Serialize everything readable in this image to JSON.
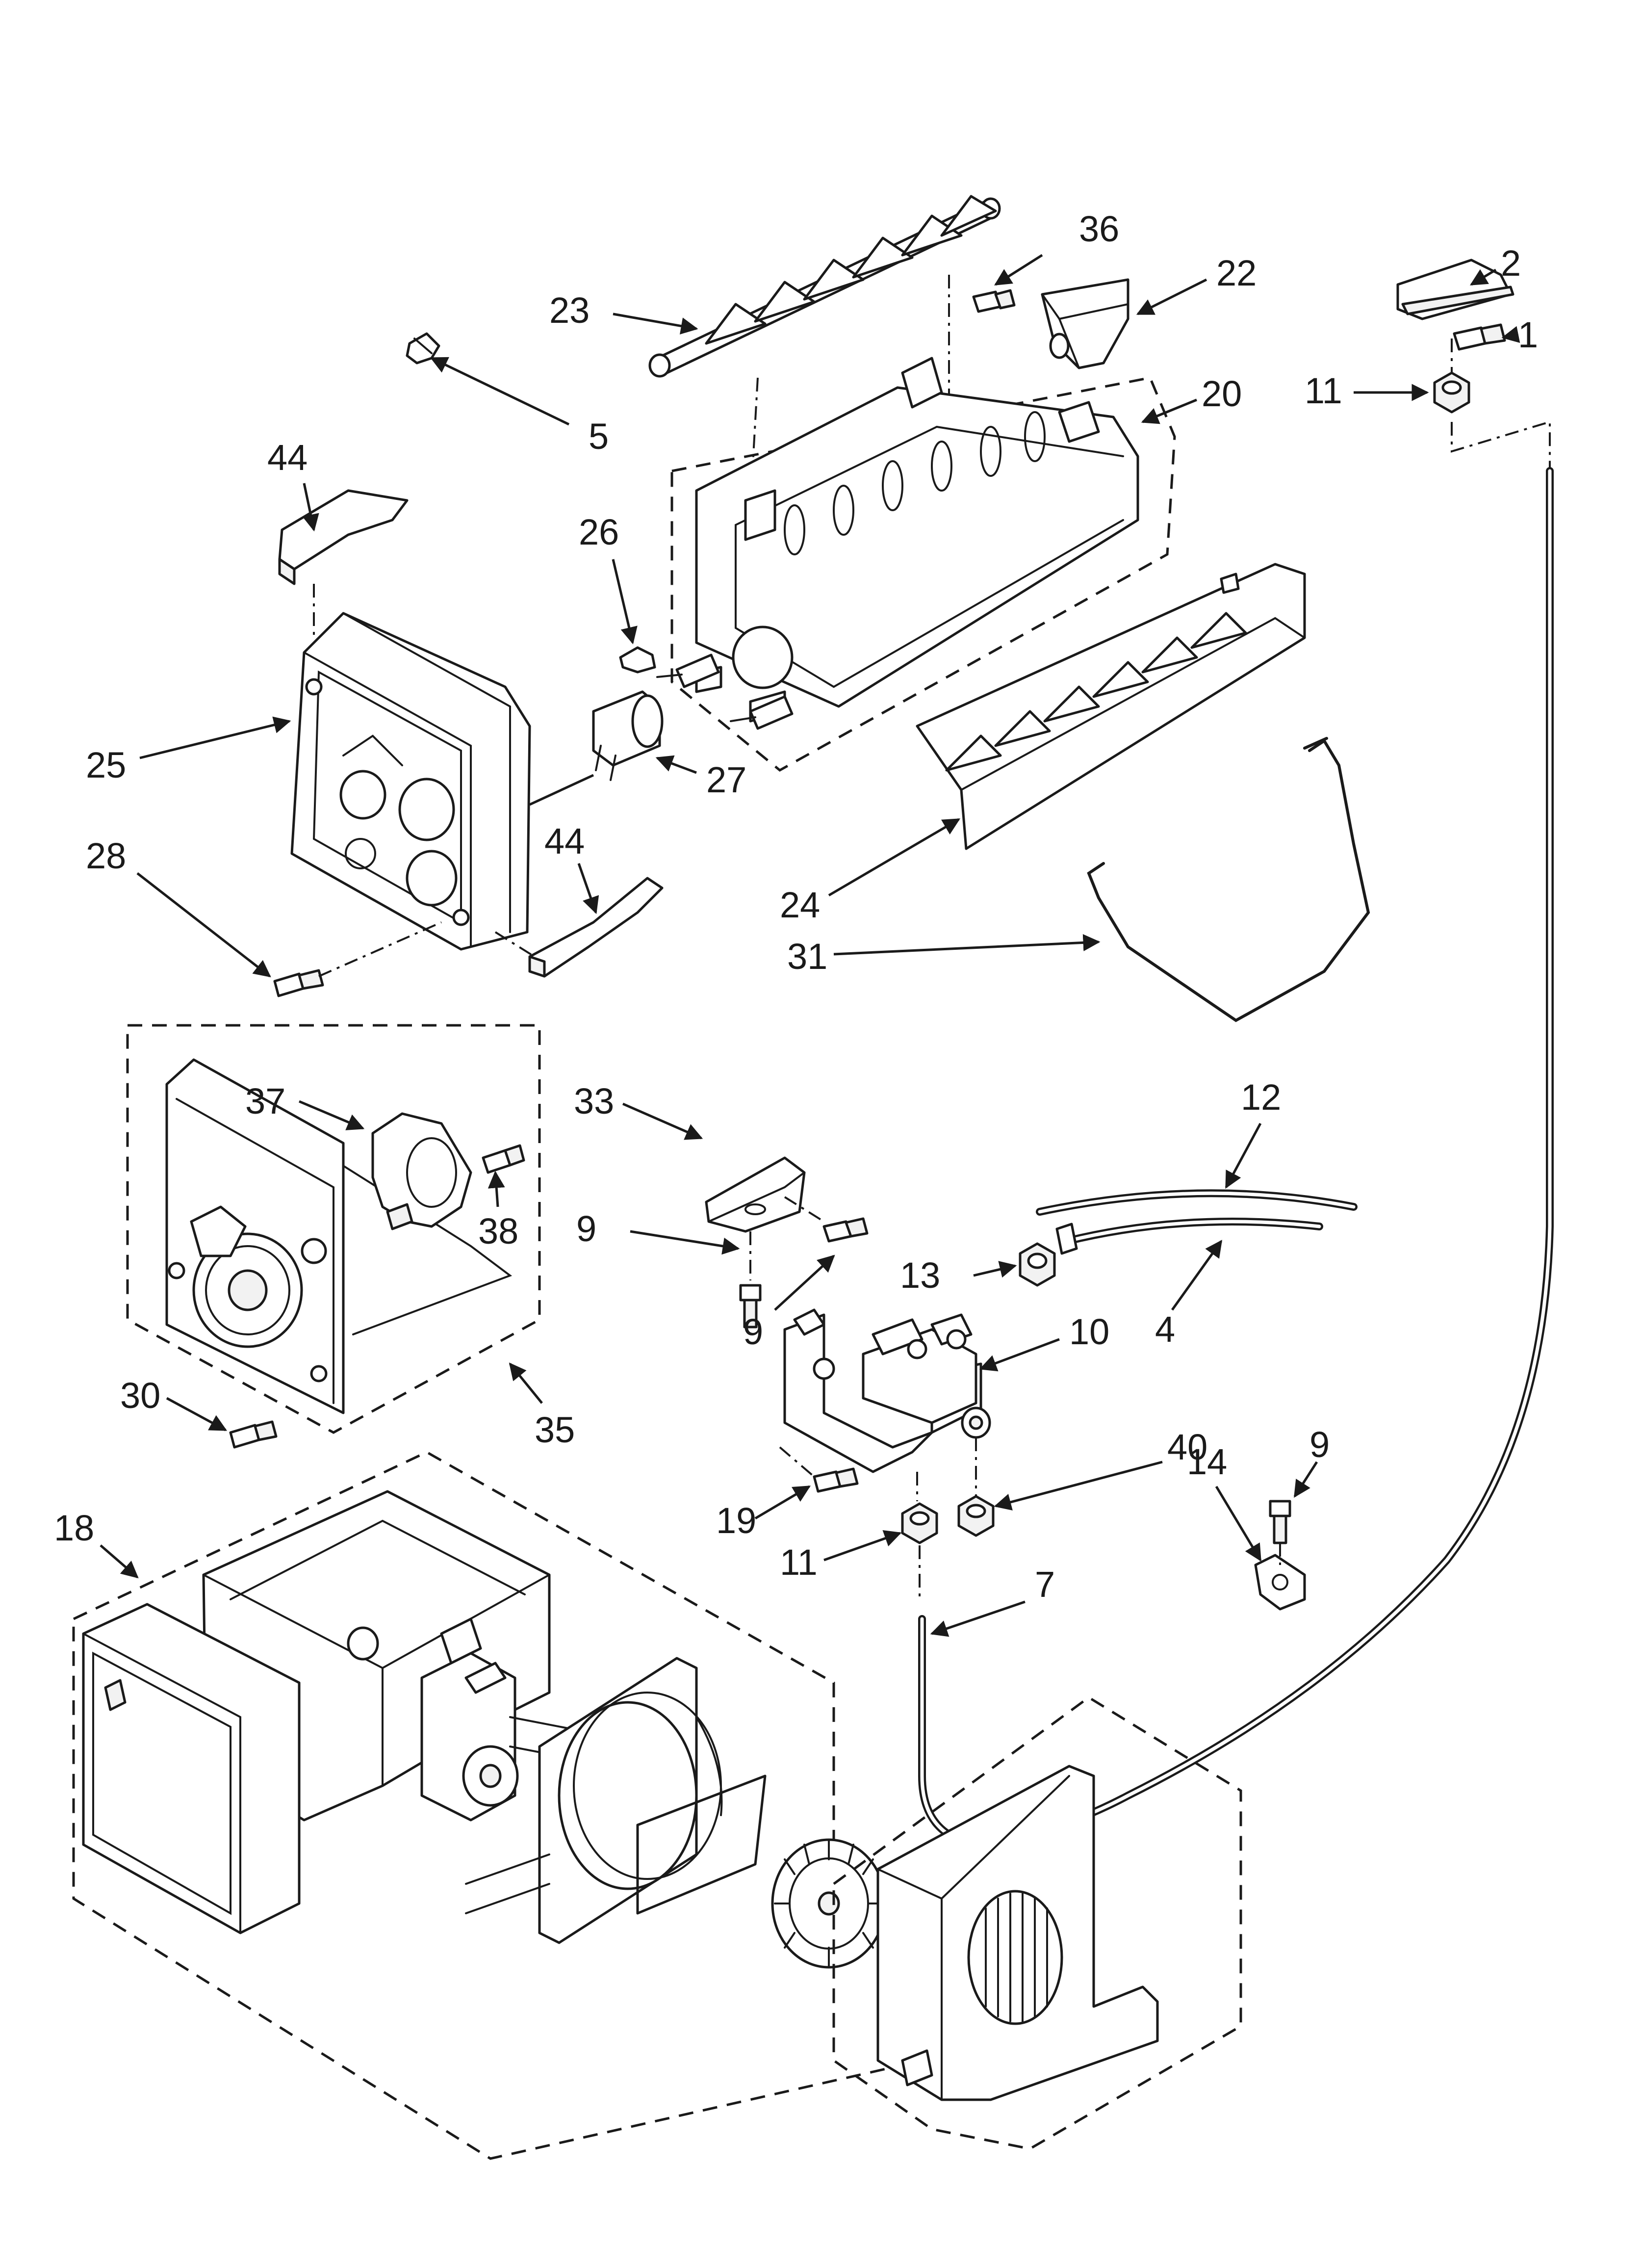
{
  "callouts": [
    {
      "id": "36",
      "text": "36"
    },
    {
      "id": "22",
      "text": "22"
    },
    {
      "id": "23",
      "text": "23"
    },
    {
      "id": "2",
      "text": "2"
    },
    {
      "id": "1",
      "text": "1"
    },
    {
      "id": "11a",
      "text": "11"
    },
    {
      "id": "5",
      "text": "5"
    },
    {
      "id": "20",
      "text": "20"
    },
    {
      "id": "44a",
      "text": "44"
    },
    {
      "id": "26",
      "text": "26"
    },
    {
      "id": "25",
      "text": "25"
    },
    {
      "id": "27",
      "text": "27"
    },
    {
      "id": "28",
      "text": "28"
    },
    {
      "id": "44b",
      "text": "44"
    },
    {
      "id": "24",
      "text": "24"
    },
    {
      "id": "31",
      "text": "31"
    },
    {
      "id": "37",
      "text": "37"
    },
    {
      "id": "33",
      "text": "33"
    },
    {
      "id": "12",
      "text": "12"
    },
    {
      "id": "38",
      "text": "38"
    },
    {
      "id": "9a",
      "text": "9"
    },
    {
      "id": "9b",
      "text": "9"
    },
    {
      "id": "13",
      "text": "13"
    },
    {
      "id": "4",
      "text": "4"
    },
    {
      "id": "10",
      "text": "10"
    },
    {
      "id": "9c",
      "text": "9"
    },
    {
      "id": "30",
      "text": "30"
    },
    {
      "id": "35",
      "text": "35"
    },
    {
      "id": "40",
      "text": "40"
    },
    {
      "id": "14",
      "text": "14"
    },
    {
      "id": "18",
      "text": "18"
    },
    {
      "id": "19",
      "text": "19"
    },
    {
      "id": "11b",
      "text": "11"
    },
    {
      "id": "7",
      "text": "7"
    }
  ]
}
